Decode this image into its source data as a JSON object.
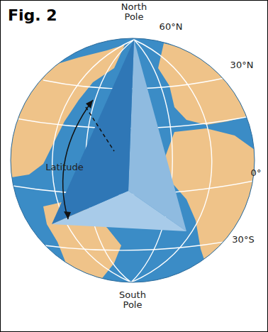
{
  "diagram": {
    "title": "Fig. 2",
    "labels": [
      "North Pole",
      "60°N",
      "30°N",
      "0°",
      "30°S",
      "South Pole",
      "Latitude"
    ]
  }
}
